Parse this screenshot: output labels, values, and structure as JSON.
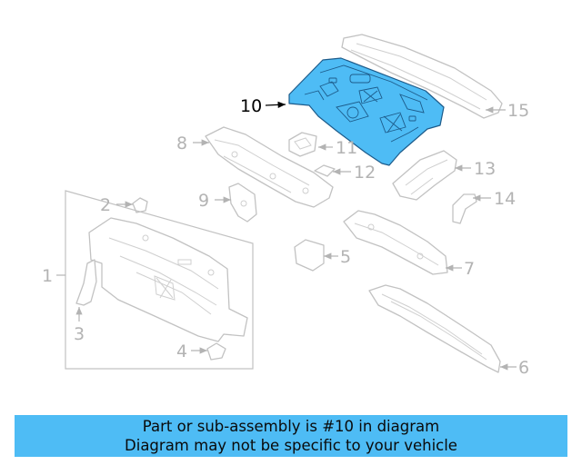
{
  "diagram": {
    "highlight_color": "#4ebcf5",
    "highlighted_part": "10",
    "callouts": [
      "1",
      "2",
      "3",
      "4",
      "5",
      "6",
      "7",
      "8",
      "9",
      "10",
      "11",
      "12",
      "13",
      "14",
      "15"
    ]
  },
  "banner": {
    "line1": "Part or sub-assembly is #10 in diagram",
    "line2": "Diagram may not be specific to your vehicle",
    "color": "#4ebcf5"
  }
}
